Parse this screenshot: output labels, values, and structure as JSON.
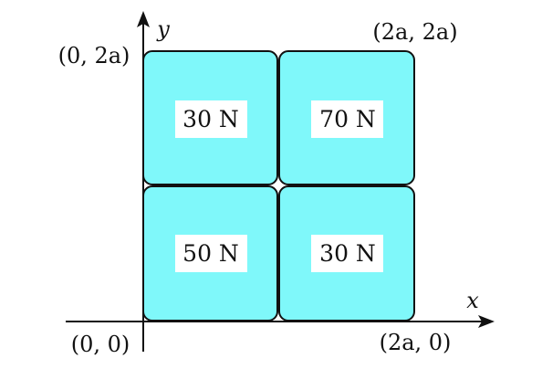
{
  "colors": {
    "block_fill": "#7ff8fa",
    "outline": "#111111"
  },
  "axes": {
    "x_label": "x",
    "y_label": "y"
  },
  "coordinates": {
    "origin": "(0, 0)",
    "top_left": "(0, 2a)",
    "top_right": "(2a, 2a)",
    "bottom_right": "(2a, 0)"
  },
  "blocks": {
    "top_left": "30 N",
    "top_right": "70 N",
    "bottom_left": "50 N",
    "bottom_right": "30 N"
  }
}
